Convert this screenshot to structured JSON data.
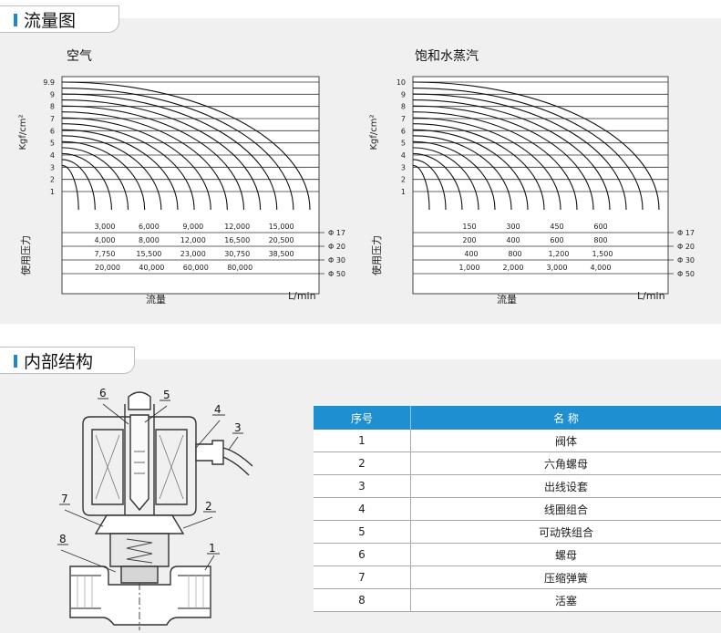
{
  "section1": {
    "title": "流量图"
  },
  "section2": {
    "title": "内部结构"
  },
  "chart_data": [
    {
      "type": "line",
      "title": "空气",
      "ylabel": "Kgf/cm²",
      "pressure_label": "使用压力",
      "xlabel": "流量",
      "xunit": "L/min",
      "yticks": [
        "9.9",
        "9",
        "8",
        "7",
        "6",
        "5",
        "4",
        "3",
        "2",
        "1"
      ],
      "flow_rows": [
        {
          "values": [
            "3,000",
            "6,000",
            "9,000",
            "12,000",
            "15,000"
          ],
          "diameter": "17"
        },
        {
          "values": [
            "4,000",
            "8,000",
            "12,000",
            "16,500",
            "20,500"
          ],
          "diameter": "20"
        },
        {
          "values": [
            "7,750",
            "15,500",
            "23,000",
            "30,750",
            "38,500"
          ],
          "diameter": "30"
        },
        {
          "values": [
            "20,000",
            "40,000",
            "60,000",
            "80,000"
          ],
          "diameter": "50"
        }
      ]
    },
    {
      "type": "line",
      "title": "饱和水蒸汽",
      "ylabel": "Kgf/cm²",
      "pressure_label": "使用压力",
      "xlabel": "流量",
      "xunit": "L/min",
      "yticks": [
        "10",
        "9",
        "8",
        "7",
        "6",
        "5",
        "4",
        "3",
        "2",
        "1"
      ],
      "flow_rows": [
        {
          "values": [
            "150",
            "300",
            "450",
            "600"
          ],
          "diameter": "17"
        },
        {
          "values": [
            "200",
            "400",
            "600",
            "800"
          ],
          "diameter": "20"
        },
        {
          "values": [
            "400",
            "800",
            "1,200",
            "1,500"
          ],
          "diameter": "30"
        },
        {
          "values": [
            "1,000",
            "2,000",
            "3,000",
            "4,000"
          ],
          "diameter": "50"
        }
      ]
    }
  ],
  "diagram": {
    "callouts": [
      "1",
      "2",
      "3",
      "4",
      "5",
      "6",
      "7",
      "8"
    ]
  },
  "parts_table": {
    "headers": [
      "序号",
      "名 称"
    ],
    "rows": [
      {
        "no": "1",
        "name": "阀体"
      },
      {
        "no": "2",
        "name": "六角螺母"
      },
      {
        "no": "3",
        "name": "出线设套"
      },
      {
        "no": "4",
        "name": "线圈组合"
      },
      {
        "no": "5",
        "name": "可动铁组合"
      },
      {
        "no": "6",
        "name": "螺母"
      },
      {
        "no": "7",
        "name": "压缩弹簧"
      },
      {
        "no": "8",
        "name": "活塞"
      }
    ]
  },
  "colors": {
    "accent": "#1e88c9",
    "table_header": "#1e90d2",
    "band": "#f0f0f0"
  }
}
